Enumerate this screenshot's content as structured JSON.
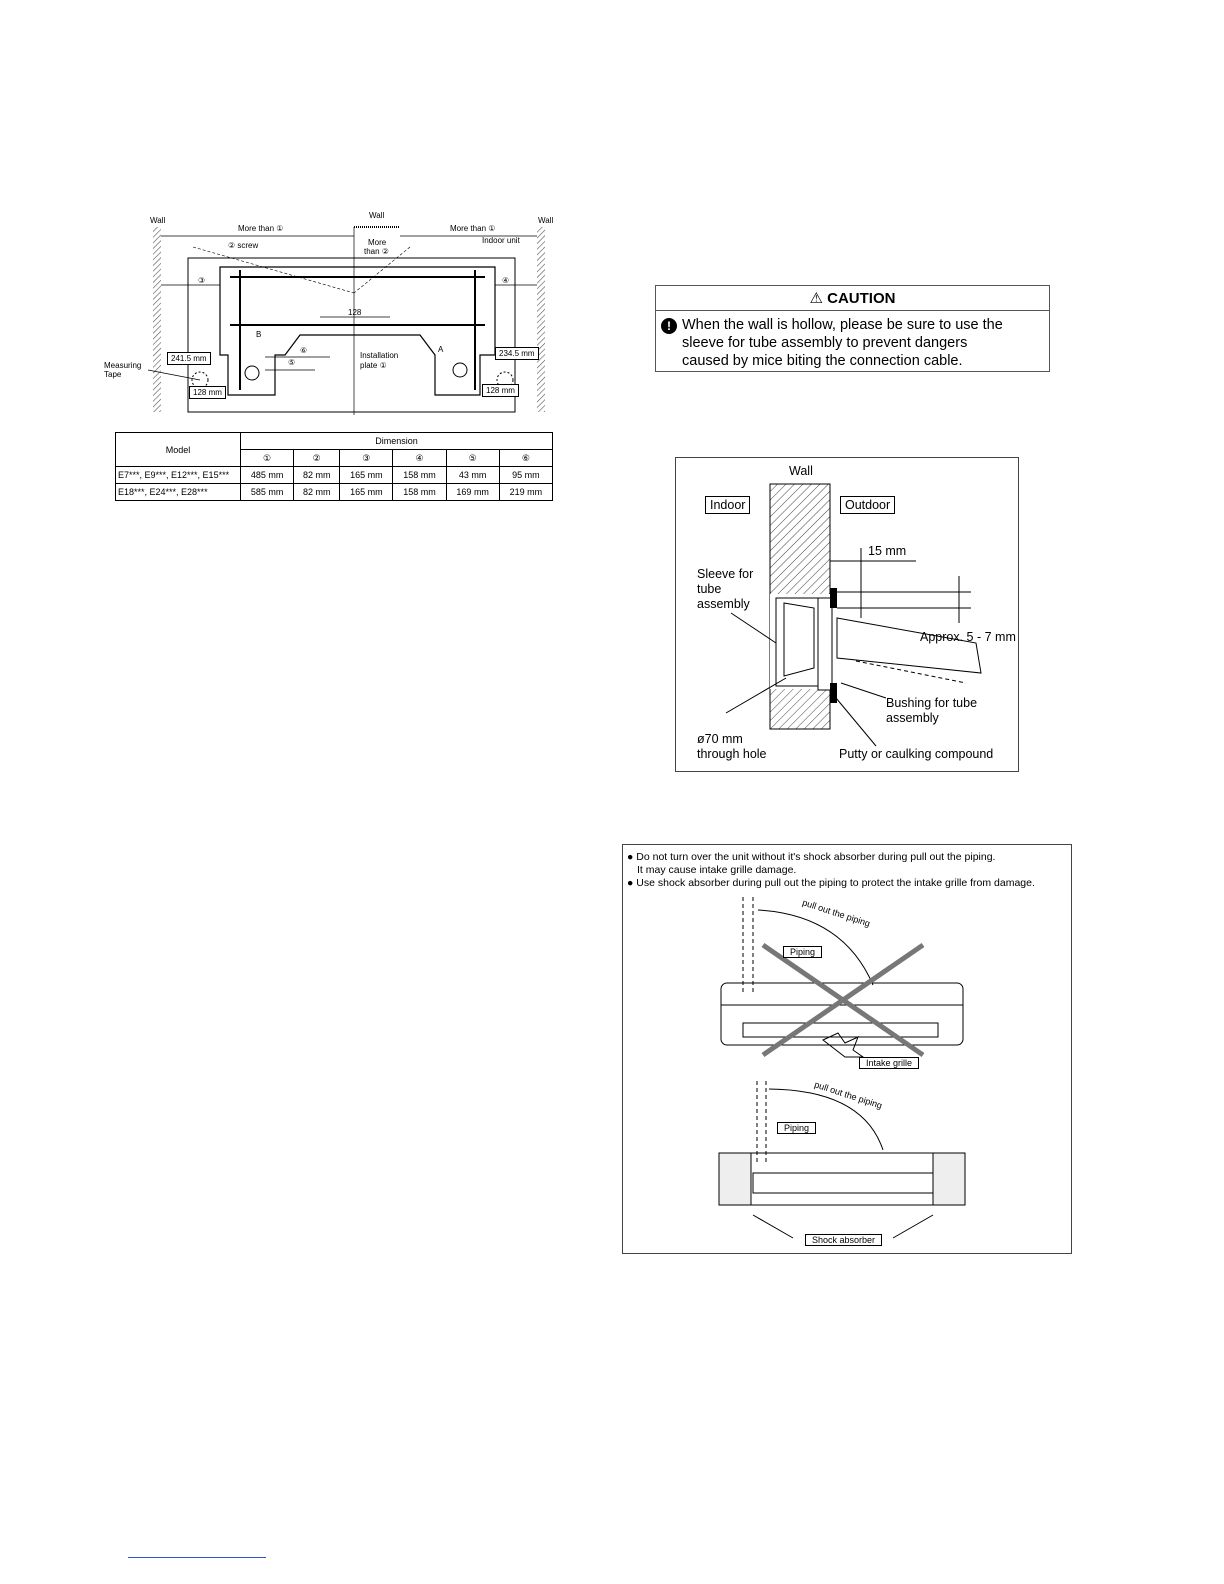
{
  "plate_diagram": {
    "wall_left": "Wall",
    "wall_center": "Wall",
    "wall_right": "Wall",
    "more_than_left": "More than ①",
    "more_than_right": "More than ①",
    "more_than_2_line1": "More",
    "more_than_2_line2": "than ②",
    "screw": "② screw",
    "indoor_unit": "Indoor unit",
    "circ3": "③",
    "circ4": "④",
    "circ5": "⑤",
    "circ6": "⑥",
    "center_dim": "128",
    "left_dim": "241.5 mm",
    "right_dim": "234.5 mm",
    "left_bottom": "128 mm",
    "right_bottom": "128 mm",
    "measuring_line1": "Measuring",
    "measuring_line2": "Tape",
    "install_line1": "Installation",
    "install_line2": "plate ①",
    "mark_a": "A",
    "mark_b": "B"
  },
  "table": {
    "model_header": "Model",
    "dimension_header": "Dimension",
    "cols": [
      "①",
      "②",
      "③",
      "④",
      "⑤",
      "⑥"
    ],
    "rows": [
      {
        "model": "E7***, E9***, E12***, E15***",
        "vals": [
          "485 mm",
          "82 mm",
          "165 mm",
          "158 mm",
          "43 mm",
          "95 mm"
        ]
      },
      {
        "model": "E18***, E24***, E28***",
        "vals": [
          "585 mm",
          "82 mm",
          "165 mm",
          "158 mm",
          "169 mm",
          "219 mm"
        ]
      }
    ]
  },
  "caution": {
    "title": "CAUTION",
    "line1": "When the wall is hollow, please be sure to use the",
    "line2": "sleeve for tube assembly to prevent dangers",
    "line3": "caused by mice biting the connection cable."
  },
  "sleeve": {
    "wall": "Wall",
    "indoor": "Indoor",
    "outdoor": "Outdoor",
    "dim15": "15 mm",
    "sleeve_l1": "Sleeve for",
    "sleeve_l2": "tube",
    "sleeve_l3": "assembly",
    "approx": "Approx. 5 - 7 mm",
    "bushing_l1": "Bushing for tube",
    "bushing_l2": "assembly",
    "hole_l1": "ø70 mm",
    "hole_l2": "through hole",
    "putty": "Putty or caulking compound"
  },
  "absorber": {
    "note1": "● Do not turn over the unit without it's shock absorber during pull out the piping.",
    "note1b": "It may cause intake grille damage.",
    "note2": "● Use shock absorber during pull out the piping to protect the intake grille from damage.",
    "pull1": "pull out the piping",
    "pull2": "pull out the piping",
    "piping1": "Piping",
    "piping2": "Piping",
    "intake": "Intake grille",
    "shock": "Shock absorber"
  }
}
